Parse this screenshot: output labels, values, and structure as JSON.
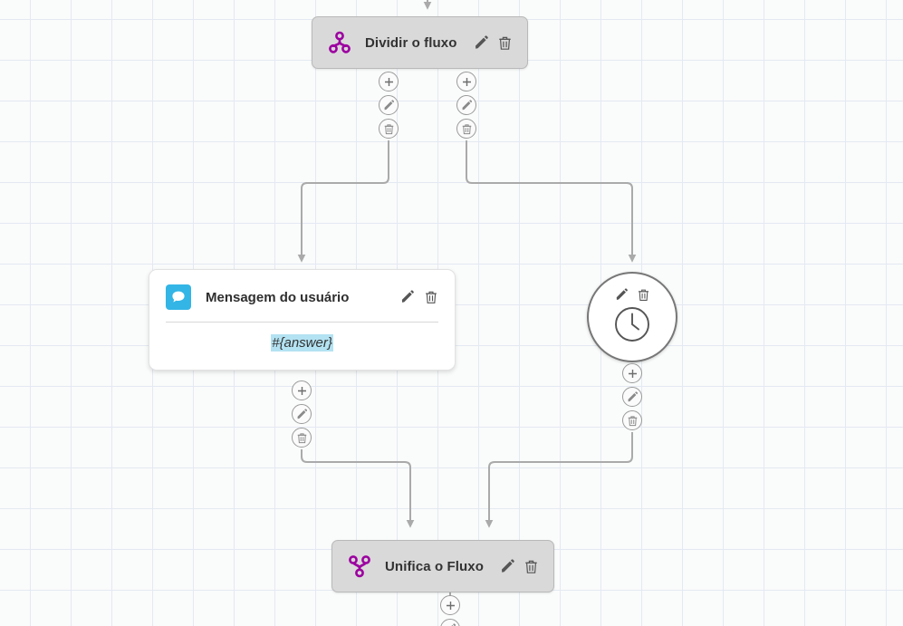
{
  "canvas": {
    "name": "flow-editor-canvas",
    "background_color": "#fafbfb",
    "grid_color": "#e4e9f2",
    "grid_size": 45
  },
  "palette": {
    "gateway_fill": "#d9d9d9",
    "gateway_border": "#b9b9b9",
    "gateway_icon": "#9c00a0",
    "card_fill": "#ffffff",
    "message_icon_bg": "#33b5e5",
    "token_highlight": "#b3e2f2",
    "edge_color": "#aaaaaa",
    "circle_border": "#777777",
    "tool_icon_color": "#555555"
  },
  "nodes": [
    {
      "id": "split",
      "type": "gateway-split",
      "title": "Dividir o fluxo",
      "icon": "split-flow-icon",
      "tools": [
        {
          "name": "edit-node-button",
          "icon": "pencil-icon",
          "label": "Editar"
        },
        {
          "name": "delete-node-button",
          "icon": "trash-icon",
          "label": "Excluir"
        }
      ]
    },
    {
      "id": "message",
      "type": "card-message",
      "title": "Mensagem do usuário",
      "icon": "chat-bubble-icon",
      "body_token": "#{answer}",
      "tools": [
        {
          "name": "edit-node-button",
          "icon": "pencil-icon",
          "label": "Editar"
        },
        {
          "name": "delete-node-button",
          "icon": "trash-icon",
          "label": "Excluir"
        }
      ]
    },
    {
      "id": "delay",
      "type": "circle-delay",
      "title": "",
      "icon": "clock-icon",
      "tools": [
        {
          "name": "edit-node-button",
          "icon": "pencil-icon",
          "label": "Editar"
        },
        {
          "name": "delete-node-button",
          "icon": "trash-icon",
          "label": "Excluir"
        }
      ]
    },
    {
      "id": "merge",
      "type": "gateway-merge",
      "title": "Unifica o Fluxo",
      "icon": "merge-flow-icon",
      "tools": [
        {
          "name": "edit-node-button",
          "icon": "pencil-icon",
          "label": "Editar"
        },
        {
          "name": "delete-node-button",
          "icon": "trash-icon",
          "label": "Excluir"
        }
      ]
    }
  ],
  "edge_actions": {
    "add": {
      "name": "add-step-button",
      "icon": "plus-icon",
      "label": "+"
    },
    "edit": {
      "name": "edit-connection-button",
      "icon": "pencil-icon",
      "label": "Editar"
    },
    "delete": {
      "name": "delete-connection-button",
      "icon": "trash-icon",
      "label": "Excluir"
    }
  },
  "connections": [
    {
      "from": "canvas-top",
      "to": "split"
    },
    {
      "from": "split-left",
      "to": "message"
    },
    {
      "from": "split-right",
      "to": "delay"
    },
    {
      "from": "message",
      "to": "merge"
    },
    {
      "from": "delay",
      "to": "merge"
    },
    {
      "from": "merge",
      "to": "canvas-bottom"
    }
  ]
}
